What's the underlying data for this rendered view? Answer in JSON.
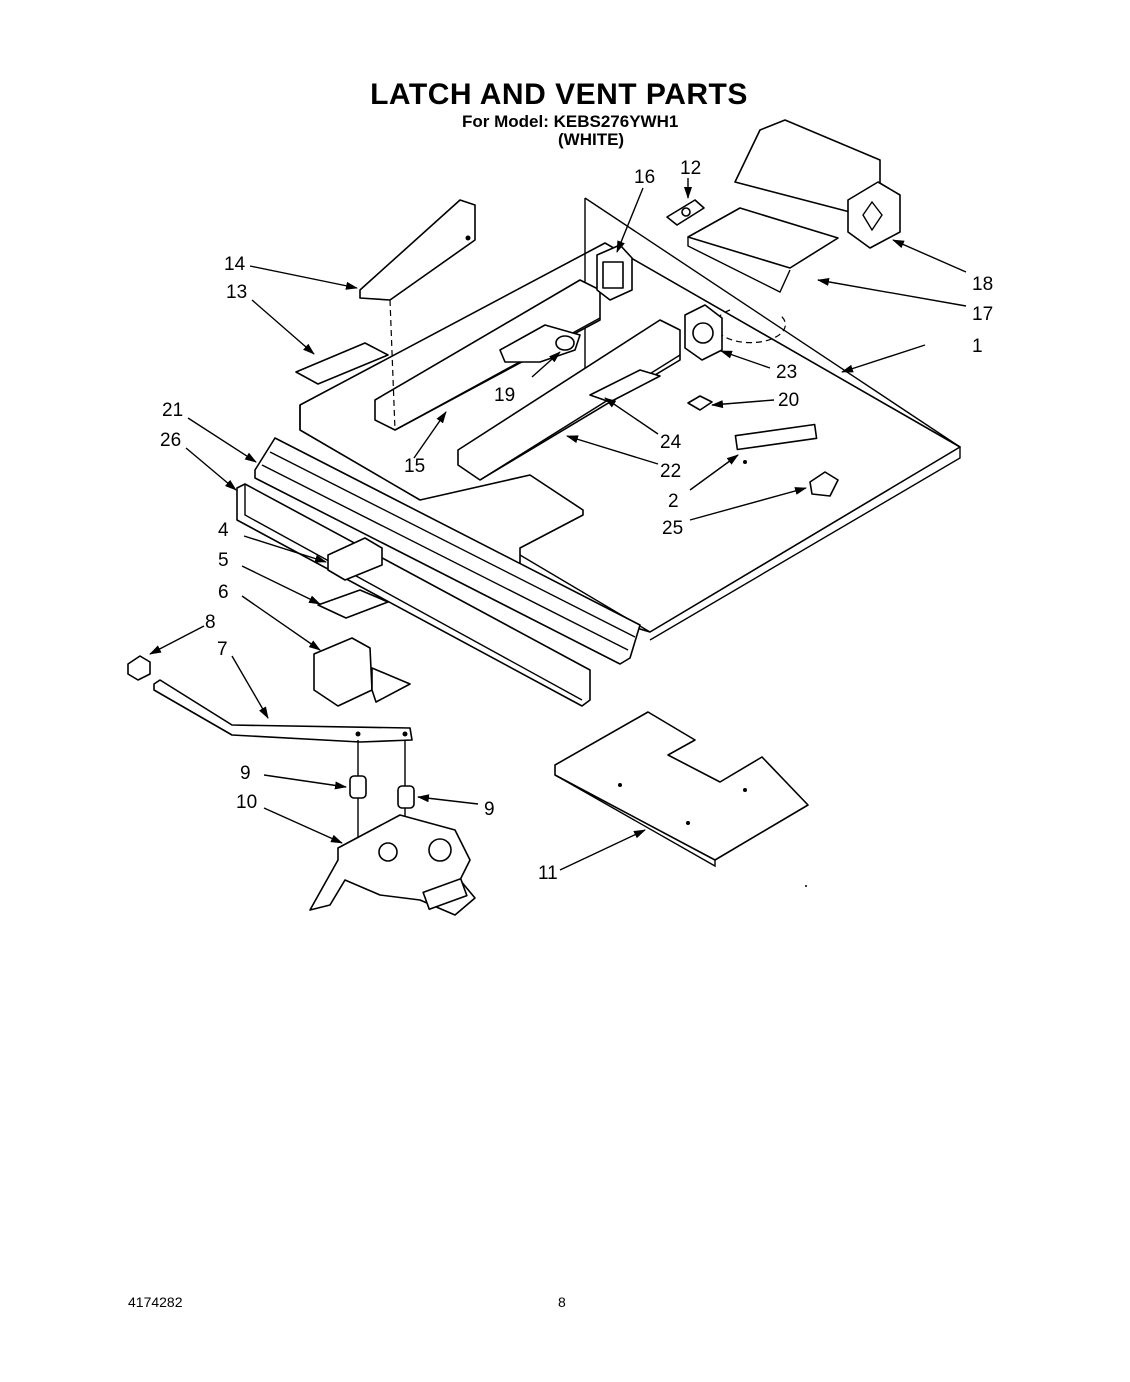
{
  "header": {
    "title": "LATCH AND VENT PARTS",
    "model_line": "For Model: KEBS276YWH1",
    "color_line": "(WHITE)"
  },
  "callouts": {
    "c1": "1",
    "c2": "2",
    "c4": "4",
    "c5": "5",
    "c6": "6",
    "c7": "7",
    "c8": "8",
    "c9a": "9",
    "c9b": "9",
    "c10": "10",
    "c11": "11",
    "c12": "12",
    "c13": "13",
    "c14": "14",
    "c15": "15",
    "c16": "16",
    "c17": "17",
    "c18": "18",
    "c19": "19",
    "c20": "20",
    "c21": "21",
    "c22": "22",
    "c23": "23",
    "c24": "24",
    "c25": "25",
    "c26": "26"
  },
  "footer": {
    "doc_number": "4174282",
    "page_number": "8"
  }
}
